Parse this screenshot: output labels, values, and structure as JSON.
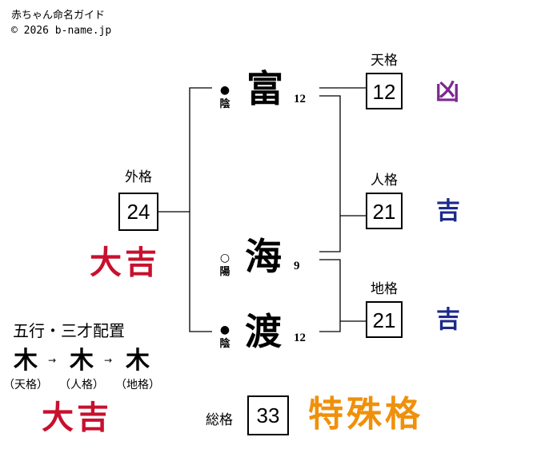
{
  "header": {
    "title": "赤ちゃん命名ガイド",
    "copyright": "© 2026 b-name.jp"
  },
  "name_chars": [
    {
      "char": "富",
      "strokes": "12",
      "mark": "●",
      "yinyang": "陰"
    },
    {
      "char": "海",
      "strokes": "9",
      "mark": "○",
      "yinyang": "陽"
    },
    {
      "char": "渡",
      "strokes": "12",
      "mark": "●",
      "yinyang": "陰"
    }
  ],
  "kaku": {
    "tenkaku": {
      "label": "天格",
      "value": "12",
      "fortune": "凶",
      "color": "#7b2a8e"
    },
    "jinkaku": {
      "label": "人格",
      "value": "21",
      "fortune": "吉",
      "color": "#1c2a8a"
    },
    "chikaku": {
      "label": "地格",
      "value": "21",
      "fortune": "吉",
      "color": "#1c2a8a"
    },
    "gaikaku": {
      "label": "外格",
      "value": "24",
      "fortune": "大吉",
      "color": "#c8102e"
    },
    "soukaku": {
      "label": "総格",
      "value": "33",
      "fortune": "特殊格",
      "color": "#f0900a"
    }
  },
  "gogyo": {
    "title": "五行・三才配置",
    "arrow": "→",
    "items": [
      {
        "element": "木",
        "label": "（天格）"
      },
      {
        "element": "木",
        "label": "（人格）"
      },
      {
        "element": "木",
        "label": "（地格）"
      }
    ],
    "fortune": "大吉",
    "color": "#c8102e"
  }
}
